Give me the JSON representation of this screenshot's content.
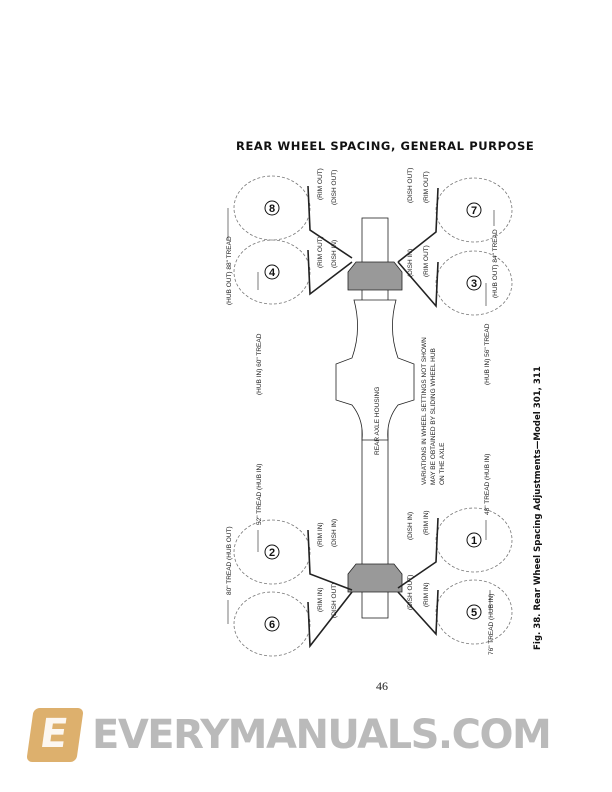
{
  "title": "REAR WHEEL SPACING, GENERAL PURPOSE",
  "caption": "Fig. 38.  Rear Wheel Spacing Adjustments—Model 301, 311",
  "page_number": "46",
  "watermark": {
    "text": "EVERYMANUALS.COM",
    "logo_letter": "E"
  },
  "diagram": {
    "housing_label": "REAR AXLE HOUSING",
    "note": [
      "VARIATIONS IN WHEEL SETTINGS NOT SHOWN",
      "MAY BE OBTAINED BY SLIDING WHEEL HUB",
      "ON THE AXLE"
    ],
    "wheels": [
      "8",
      "4",
      "2",
      "6",
      "7",
      "3",
      "1",
      "5"
    ],
    "treads": {
      "t88": "(HUB OUT)  88\" TREAD",
      "t60": "(HUB IN) 60\" TREAD",
      "t52": "52\" TREAD (HUB IN)",
      "t80": "80\" TREAD (HUB OUT)",
      "t84": "(HUB OUT) 84\" TREAD",
      "t56": "(HUB IN) 56\" TREAD",
      "t48": "48\" TREAD (HUB IN)",
      "t76": "76\" TREAD (HUB IN)"
    },
    "settings": {
      "rim_out": "(RIM OUT)",
      "rim_in": "(RIM IN)",
      "dish_out": "(DISH OUT)",
      "dish_in": "(DISH IN)"
    }
  }
}
